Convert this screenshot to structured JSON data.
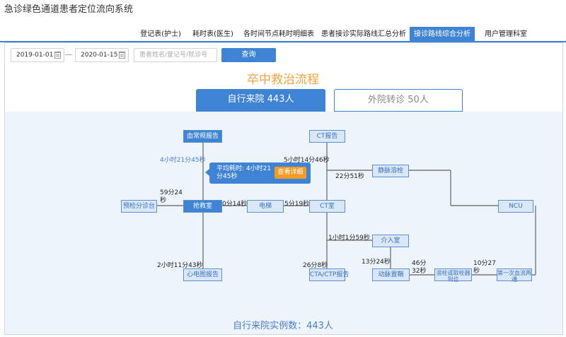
{
  "app": {
    "title": "急诊绿色通道患者定位流向系统"
  },
  "tabs": [
    {
      "label": "登记表(护士)"
    },
    {
      "label": "耗时表(医生)"
    },
    {
      "label": "各时间节点耗时明细表"
    },
    {
      "label": "患者接诊实际路线汇总分析"
    },
    {
      "label": "接诊路线综合分析"
    },
    {
      "label": "用户管理科室"
    }
  ],
  "filters": {
    "start_date": "2019-01-01",
    "end_date": "2020-01-15",
    "search_placeholder": "患者姓名/登记号/就诊号",
    "query_label": "查询"
  },
  "flow": {
    "title": "卒中救治流程",
    "tab_active": "自行来院 443人",
    "tab_inactive": "外院转诊 50人",
    "footer": "自行来院实例数：443人"
  },
  "nodes": {
    "blood_report": "血常规报告",
    "ct_report": "CT报告",
    "thrombolysis": "静脉溶栓",
    "ncu": "NCU",
    "triage": "预检分诊台",
    "rescue": "抢救室",
    "elevator": "电梯",
    "ct_room": "CT室",
    "intervention": "介入室",
    "ecg_report": "心电图报告",
    "cta": "CTA/CTP报告",
    "puncture": "动脉置鞘",
    "thrombectomy": "溶栓或取栓器到位",
    "reperfusion": "第一次血流再通"
  },
  "times": {
    "rescue_to_blood": "4小时21分45秒",
    "ct_to_ctreport": "5小时14分46秒",
    "to_thrombolysis": "22分51秒",
    "triage_to_rescue": "59分24秒",
    "rescue_to_elevator": "0分14秒",
    "elevator_to_ct": "5分19秒",
    "ct_to_intervention": "1小时1分59秒",
    "rescue_to_ecg": "2小时11分43秒",
    "ct_to_cta": "26分8秒",
    "interv_to_puncture": "13分24秒",
    "puncture_to_device": "46分32秒",
    "device_to_reperfusion": "10分27秒"
  },
  "tooltip": {
    "text": "平均耗时: 4小时21分45秒",
    "button": "查看详细"
  },
  "colors": {
    "primary": "#3f84d4",
    "accent": "#f5a23a",
    "button_orange": "#f59b23",
    "node_fill": "#d9e7f7",
    "diagram_bg": "#eef4fc"
  }
}
